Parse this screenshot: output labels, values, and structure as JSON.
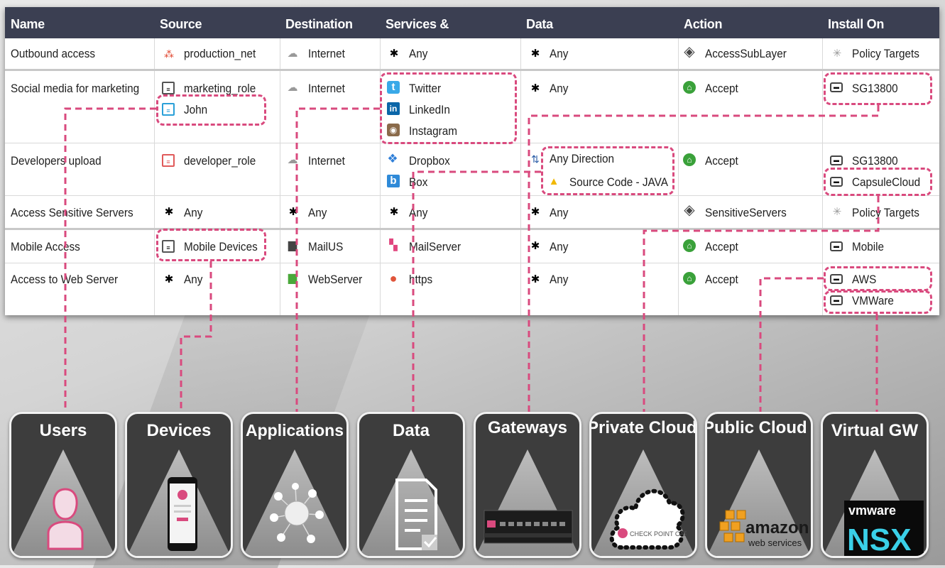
{
  "columns": [
    "Name",
    "Source",
    "Destination",
    "Services & Applications",
    "Data",
    "Action",
    "Install On"
  ],
  "rows": [
    {
      "name": "Outbound access",
      "source": [
        "production_net"
      ],
      "destination": [
        "Internet"
      ],
      "services": [
        "Any"
      ],
      "data": [
        "Any"
      ],
      "action": "AccessSubLayer",
      "install_on": [
        "Policy Targets"
      ]
    },
    {
      "name": "Social media for marketing",
      "source": [
        "marketing_role",
        "John"
      ],
      "destination": [
        "Internet"
      ],
      "services": [
        "Twitter",
        "LinkedIn",
        "Instagram"
      ],
      "data": [
        "Any"
      ],
      "action": "Accept",
      "install_on": [
        "SG13800"
      ]
    },
    {
      "name": "Developers upload",
      "source": [
        "developer_role"
      ],
      "destination": [
        "Internet"
      ],
      "services": [
        "Dropbox",
        "Box"
      ],
      "data": [
        "Any Direction",
        "Source Code - JAVA"
      ],
      "action": "Accept",
      "install_on": [
        "SG13800",
        "CapsuleCloud"
      ]
    },
    {
      "name": "Access Sensitive Servers",
      "source": [
        "Any"
      ],
      "destination": [
        "Any"
      ],
      "services": [
        "Any"
      ],
      "data": [
        "Any"
      ],
      "action": "SensitiveServers",
      "install_on": [
        "Policy Targets"
      ]
    },
    {
      "name": "Mobile Access",
      "source": [
        "Mobile Devices"
      ],
      "destination": [
        "MailUS"
      ],
      "services": [
        "MailServer"
      ],
      "data": [
        "Any"
      ],
      "action": "Accept",
      "install_on": [
        "Mobile"
      ]
    },
    {
      "name": "Access to Web Server",
      "source": [
        "Any"
      ],
      "destination": [
        "WebServer"
      ],
      "services": [
        "https"
      ],
      "data": [
        "Any"
      ],
      "action": "Accept",
      "install_on": [
        "AWS",
        "VMWare"
      ]
    }
  ],
  "tiles": [
    {
      "title": "Users",
      "icon": "user-icon"
    },
    {
      "title": "Devices",
      "icon": "smartphone-icon"
    },
    {
      "title": "Applications",
      "icon": "globe-network-icon"
    },
    {
      "title": "Data",
      "icon": "document-icon"
    },
    {
      "title": "Gateways",
      "icon": "gateway-appliance-icon"
    },
    {
      "title": "Private Cloud",
      "icon": "capsule-cloud-icon"
    },
    {
      "title": "Public Cloud",
      "icon": "amazon-web-services-logo"
    },
    {
      "title": "Virtual GW",
      "icon": "vmware-nsx-logo"
    }
  ],
  "logos": {
    "capsule": "CHECK POINT CAPSULE",
    "amazon": "amazon",
    "amazon_sub": "web services",
    "vmware": "vmware",
    "nsx": "NSX"
  },
  "colors": {
    "header": "#3b3f52",
    "highlight": "#d94a7e",
    "accept": "#3aa13a"
  }
}
